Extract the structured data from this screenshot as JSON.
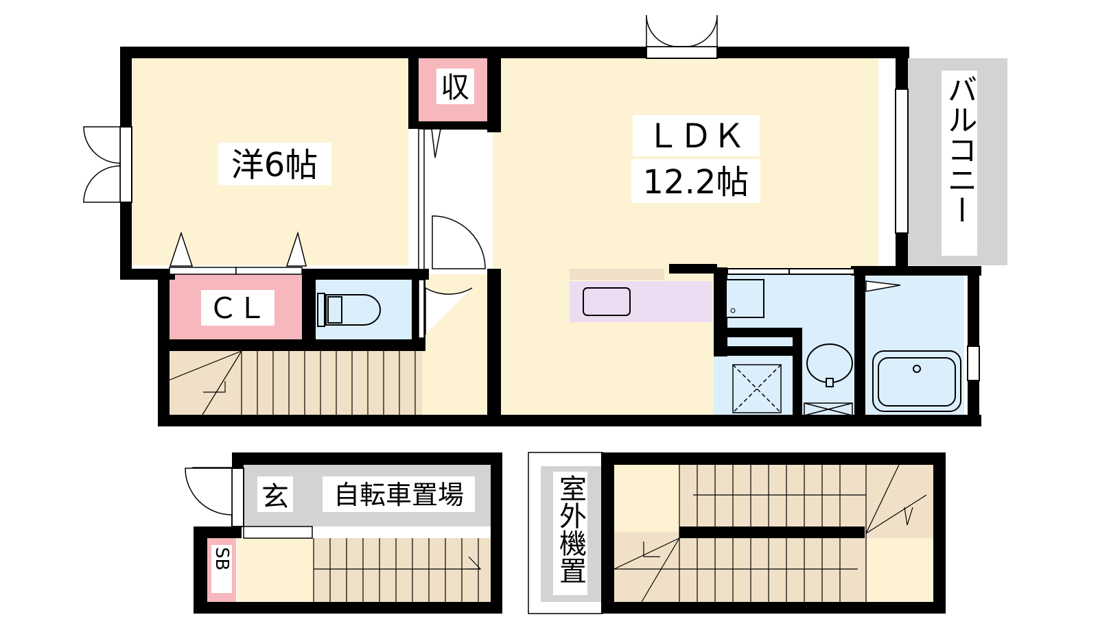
{
  "colors": {
    "wall": "#000000",
    "room": "#fdf2d2",
    "storage": "#f6b8bd",
    "wet": "#dbeefc",
    "kitchen": "#ecdcf2",
    "gray": "#d3d3d3",
    "stair": "#efe0c7"
  },
  "rooms": {
    "western": {
      "name": "洋6帖"
    },
    "ldk": {
      "name": "ＬＤＫ",
      "size": "12.2帖"
    },
    "storage": {
      "name": "収"
    },
    "closet": {
      "name": "ＣＬ"
    },
    "balcony": {
      "name": "バルコニー"
    },
    "entrance": {
      "name": "玄"
    },
    "bicycle": {
      "name": "自転車置場"
    },
    "shoe_box": {
      "name": "SB"
    },
    "outdoor_unit": {
      "name": "室外機置"
    }
  }
}
